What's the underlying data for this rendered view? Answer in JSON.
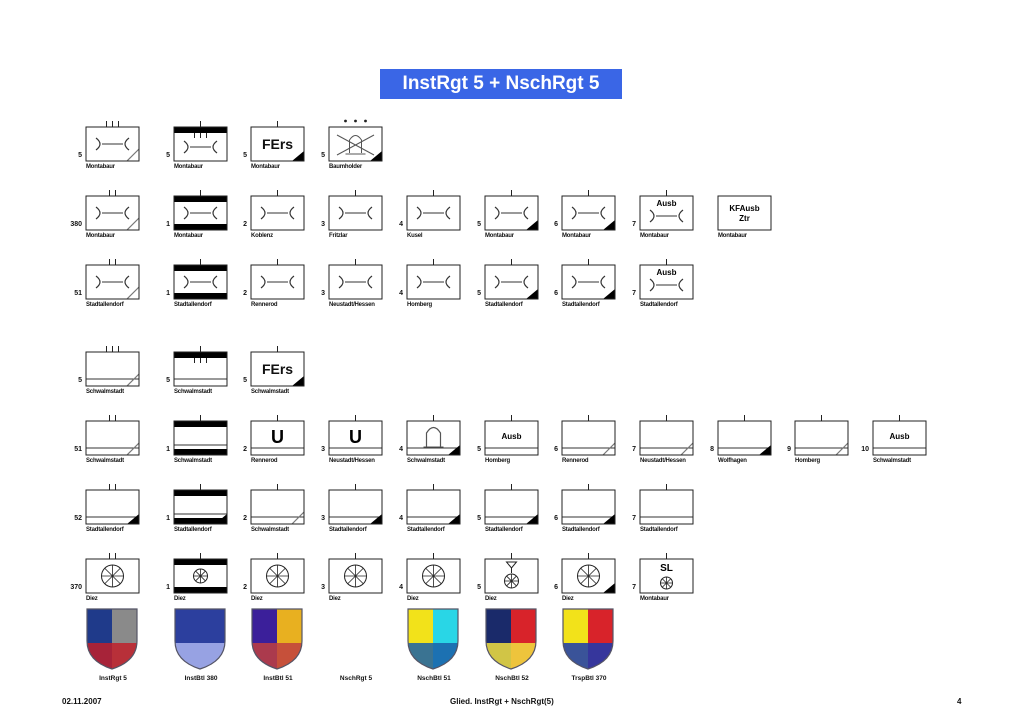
{
  "title": "InstRgt 5 + NschRgt 5",
  "rows": [
    [
      {
        "n": "5",
        "label": "Montabaur",
        "ech": "|||",
        "bars": "none",
        "sym": "axle",
        "corner": "diag"
      },
      {
        "n": "5",
        "label": "Montabaur",
        "ech": "|",
        "bars": "top-ticks",
        "sym": "axle",
        "corner": "none"
      },
      {
        "n": "5",
        "label": "Montabaur",
        "ech": "|",
        "bars": "none",
        "sym": "fers",
        "text": "FErs",
        "corner": "black"
      },
      {
        "n": "5",
        "label": "Baumholder",
        "ech": "dots",
        "bars": "none",
        "sym": "crossed-arch",
        "corner": "black"
      }
    ],
    [
      {
        "n": "380",
        "label": "Montabaur",
        "ech": "||",
        "bars": "none",
        "sym": "axle",
        "corner": "diag"
      },
      {
        "n": "1",
        "label": "Montabaur",
        "ech": "|",
        "bars": "both",
        "sym": "axle",
        "corner": "none"
      },
      {
        "n": "2",
        "label": "Koblenz",
        "ech": "|",
        "bars": "none",
        "sym": "axle",
        "corner": "none"
      },
      {
        "n": "3",
        "label": "Fritzlar",
        "ech": "|",
        "bars": "none",
        "sym": "axle",
        "corner": "none"
      },
      {
        "n": "4",
        "label": "Kusel",
        "ech": "|",
        "bars": "none",
        "sym": "axle",
        "corner": "none"
      },
      {
        "n": "5",
        "label": "Montabaur",
        "ech": "|",
        "bars": "none",
        "sym": "axle",
        "corner": "black"
      },
      {
        "n": "6",
        "label": "Montabaur",
        "ech": "|",
        "bars": "none",
        "sym": "axle",
        "corner": "black"
      },
      {
        "n": "7",
        "label": "Montabaur",
        "ech": "|",
        "bars": "none",
        "sym": "ausb-axle",
        "text": "Ausb",
        "corner": "none"
      },
      {
        "n": "",
        "label": "Montabaur",
        "ech": "",
        "bars": "none",
        "sym": "kfausb",
        "text": "KFAusb",
        "text2": "Ztr",
        "corner": "none"
      }
    ],
    [
      {
        "n": "51",
        "label": "Stadtallendorf",
        "ech": "||",
        "bars": "none",
        "sym": "axle",
        "corner": "diag"
      },
      {
        "n": "1",
        "label": "Stadtallendorf",
        "ech": "|",
        "bars": "both",
        "sym": "axle",
        "corner": "none"
      },
      {
        "n": "2",
        "label": "Rennerod",
        "ech": "|",
        "bars": "none",
        "sym": "axle",
        "corner": "none"
      },
      {
        "n": "3",
        "label": "Neustadt/Hessen",
        "ech": "|",
        "bars": "none",
        "sym": "axle",
        "corner": "none"
      },
      {
        "n": "4",
        "label": "Homberg",
        "ech": "|",
        "bars": "none",
        "sym": "axle",
        "corner": "none"
      },
      {
        "n": "5",
        "label": "Stadtallendorf",
        "ech": "|",
        "bars": "none",
        "sym": "axle",
        "corner": "black"
      },
      {
        "n": "6",
        "label": "Stadtallendorf",
        "ech": "|",
        "bars": "none",
        "sym": "axle",
        "corner": "black"
      },
      {
        "n": "7",
        "label": "Stadtallendorf",
        "ech": "|",
        "bars": "none",
        "sym": "ausb-axle",
        "text": "Ausb",
        "corner": "none"
      }
    ],
    [
      {
        "n": "5",
        "label": "Schwalmstadt",
        "ech": "|||",
        "bars": "none",
        "sym": "base",
        "corner": "diag"
      },
      {
        "n": "5",
        "label": "Schwalmstadt",
        "ech": "|",
        "bars": "top-ticks",
        "sym": "base",
        "corner": "none"
      },
      {
        "n": "5",
        "label": "Schwalmstadt",
        "ech": "|",
        "bars": "none",
        "sym": "fers",
        "text": "FErs",
        "corner": "black"
      }
    ],
    [
      {
        "n": "51",
        "label": "Schwalmstadt",
        "ech": "||",
        "bars": "none",
        "sym": "base",
        "corner": "diag"
      },
      {
        "n": "1",
        "label": "Schwalmstadt",
        "ech": "|",
        "bars": "both",
        "sym": "base",
        "corner": "none"
      },
      {
        "n": "2",
        "label": "Rennerod",
        "ech": "|",
        "bars": "none",
        "sym": "U",
        "text": "U",
        "corner": "none"
      },
      {
        "n": "3",
        "label": "Neustadt/Hessen",
        "ech": "|",
        "bars": "none",
        "sym": "U",
        "text": "U",
        "corner": "none"
      },
      {
        "n": "4",
        "label": "Schwalmstadt",
        "ech": "|",
        "bars": "none",
        "sym": "arch",
        "corner": "black"
      },
      {
        "n": "5",
        "label": "Homberg",
        "ech": "|",
        "bars": "none",
        "sym": "ausb",
        "text": "Ausb",
        "corner": "none"
      },
      {
        "n": "6",
        "label": "Rennerod",
        "ech": "|",
        "bars": "none",
        "sym": "base",
        "corner": "diag"
      },
      {
        "n": "7",
        "label": "Neustadt/Hessen",
        "ech": "|",
        "bars": "none",
        "sym": "base",
        "corner": "diag"
      },
      {
        "n": "8",
        "label": "Wolfhagen",
        "ech": "|",
        "bars": "none",
        "sym": "base",
        "corner": "black"
      },
      {
        "n": "9",
        "label": "Homberg",
        "ech": "|",
        "bars": "none",
        "sym": "base",
        "corner": "diag"
      },
      {
        "n": "10",
        "label": "Schwalmstadt",
        "ech": "|",
        "bars": "none",
        "sym": "ausb",
        "text": "Ausb",
        "corner": "none"
      }
    ],
    [
      {
        "n": "52",
        "label": "Stadtallendorf",
        "ech": "||",
        "bars": "none",
        "sym": "base",
        "corner": "black"
      },
      {
        "n": "1",
        "label": "Stadtallendorf",
        "ech": "|",
        "bars": "both",
        "sym": "base",
        "corner": "black"
      },
      {
        "n": "2",
        "label": "Schwalmstadt",
        "ech": "|",
        "bars": "none",
        "sym": "base",
        "corner": "diag"
      },
      {
        "n": "3",
        "label": "Stadtallendorf",
        "ech": "|",
        "bars": "none",
        "sym": "base",
        "corner": "black"
      },
      {
        "n": "4",
        "label": "Stadtallendorf",
        "ech": "|",
        "bars": "none",
        "sym": "base",
        "corner": "black"
      },
      {
        "n": "5",
        "label": "Stadtallendorf",
        "ech": "|",
        "bars": "none",
        "sym": "base",
        "corner": "black"
      },
      {
        "n": "6",
        "label": "Stadtallendorf",
        "ech": "|",
        "bars": "none",
        "sym": "base",
        "corner": "black"
      },
      {
        "n": "7",
        "label": "Stadtallendorf",
        "ech": "|",
        "bars": "none",
        "sym": "base",
        "corner": "none"
      }
    ],
    [
      {
        "n": "370",
        "label": "Diez",
        "ech": "||",
        "bars": "none",
        "sym": "wheel",
        "corner": "none"
      },
      {
        "n": "1",
        "label": "Diez",
        "ech": "|",
        "bars": "both",
        "sym": "wheel-small",
        "corner": "none"
      },
      {
        "n": "2",
        "label": "Diez",
        "ech": "|",
        "bars": "none",
        "sym": "wheel",
        "corner": "none"
      },
      {
        "n": "3",
        "label": "Diez",
        "ech": "|",
        "bars": "none",
        "sym": "wheel",
        "corner": "none"
      },
      {
        "n": "4",
        "label": "Diez",
        "ech": "|",
        "bars": "none",
        "sym": "wheel",
        "corner": "none"
      },
      {
        "n": "5",
        "label": "Diez",
        "ech": "|",
        "bars": "none",
        "sym": "wheel-fork",
        "corner": "none"
      },
      {
        "n": "6",
        "label": "Diez",
        "ech": "|",
        "bars": "none",
        "sym": "wheel",
        "corner": "black"
      },
      {
        "n": "7",
        "label": "Montabaur",
        "ech": "|",
        "bars": "none",
        "sym": "sl-wheel",
        "text": "SL",
        "corner": "none"
      }
    ]
  ],
  "emblems": [
    {
      "label": "InstRgt 5",
      "col": 0,
      "colors": [
        "#1f3a8a",
        "#8a8a8a",
        "#c0202a"
      ]
    },
    {
      "label": "InstBtl 380",
      "col": 1,
      "colors": [
        "#2c3f9e",
        "#2c3f9e",
        "#aab4ee"
      ]
    },
    {
      "label": "InstBtl 51",
      "col": 2,
      "colors": [
        "#3b1f9a",
        "#e8b020",
        "#c04040"
      ]
    },
    {
      "label": "NschRgt 5",
      "col": 3,
      "colors": null
    },
    {
      "label": "NschBtl 51",
      "col": 4,
      "colors": [
        "#f2e21a",
        "#29d6e6",
        "#1a5fa8"
      ]
    },
    {
      "label": "NschBtl 52",
      "col": 5,
      "colors": [
        "#1a2a6a",
        "#d8232a",
        "#f2e040"
      ]
    },
    {
      "label": "TrspBtl 370",
      "col": 6,
      "colors": [
        "#f2e21a",
        "#d8232a",
        "#1a3ab0"
      ]
    }
  ],
  "footer": {
    "date": "02.11.2007",
    "center": "Glied. InstRgt + NschRgt(5)",
    "page": "4"
  }
}
